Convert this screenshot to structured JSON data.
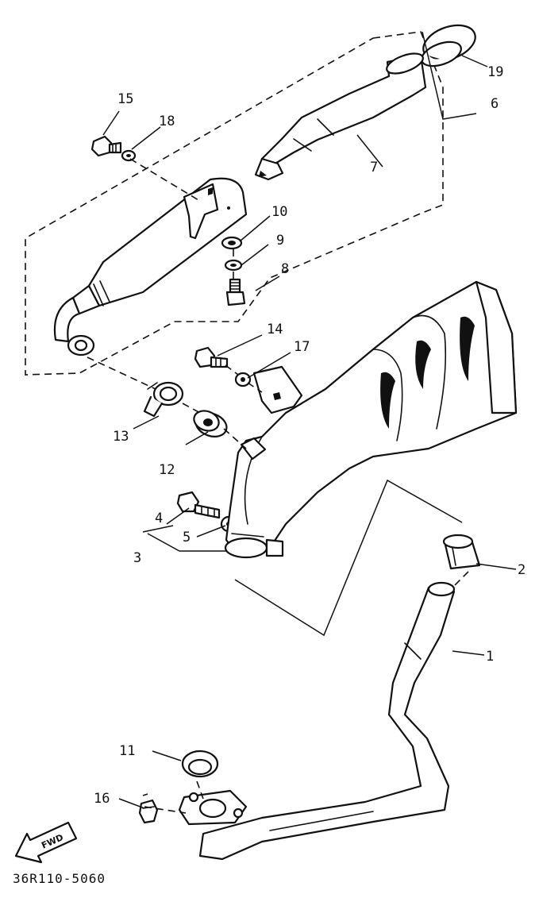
{
  "callouts": [
    {
      "id": "c1",
      "text": "1"
    },
    {
      "id": "c2",
      "text": "2"
    },
    {
      "id": "c3",
      "text": "3"
    },
    {
      "id": "c4",
      "text": "4"
    },
    {
      "id": "c5",
      "text": "5"
    },
    {
      "id": "c6",
      "text": "6"
    },
    {
      "id": "c7",
      "text": "7"
    },
    {
      "id": "c8",
      "text": "8"
    },
    {
      "id": "c9",
      "text": "9"
    },
    {
      "id": "c10",
      "text": "10"
    },
    {
      "id": "c11",
      "text": "11"
    },
    {
      "id": "c12",
      "text": "12"
    },
    {
      "id": "c13",
      "text": "13"
    },
    {
      "id": "c14",
      "text": "14"
    },
    {
      "id": "c15",
      "text": "15"
    },
    {
      "id": "c16",
      "text": "16"
    },
    {
      "id": "c17",
      "text": "17"
    },
    {
      "id": "c18",
      "text": "18"
    },
    {
      "id": "c19",
      "text": "19"
    }
  ],
  "direction_label": "FWD",
  "diagram_code": "36R110-5060"
}
